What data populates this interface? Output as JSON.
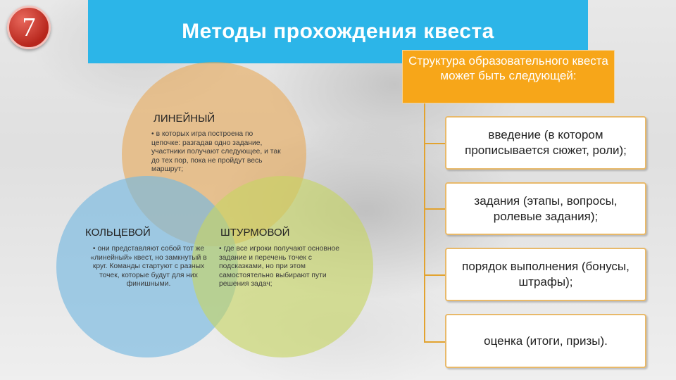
{
  "slide_number": "7",
  "title": "Методы прохождения квеста",
  "venn": {
    "linear": {
      "title": "ЛИНЕЙНЫЙ",
      "bullet": "•",
      "text": "в которых игра построена по цепочке: разгадав одно задание, участники получают следующее, и так до тех пор, пока не пройдут весь маршрут;"
    },
    "ring": {
      "title": "КОЛЬЦЕВОЙ",
      "bullet": "•",
      "text": "они представляют собой тот же «линейный» квест, но замкнутый в круг. Команды стартуют с разных точек, которые будут для них финишными."
    },
    "storm": {
      "title": "ШТУРМОВОЙ",
      "bullet": "•",
      "text": "где все игроки получают основное задание и перечень точек с подсказками, но при этом самостоятельно выбирают пути решения задач;"
    }
  },
  "structure": {
    "header": "Структура образовательного квеста может быть следующей:",
    "items": [
      "введение (в котором прописывается сюжет, роли);",
      "задания (этапы, вопросы, ролевые задания);",
      "порядок выполнения (бонусы, штрафы);",
      "оценка (итоги, призы)."
    ]
  }
}
